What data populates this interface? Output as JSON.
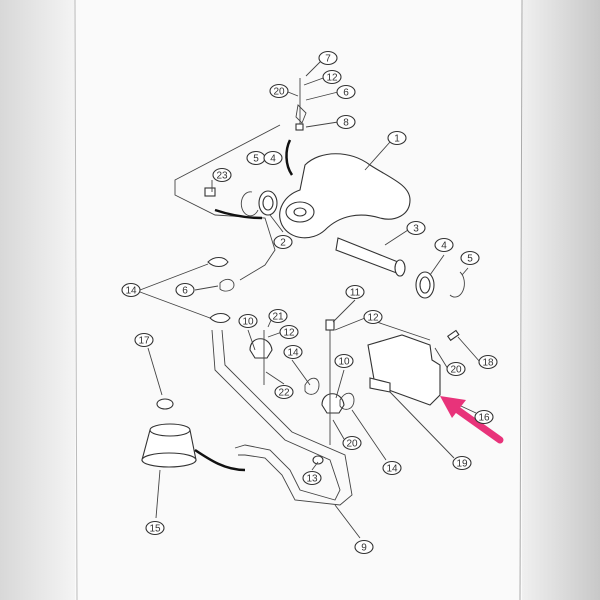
{
  "diagram": {
    "callouts": [
      "7",
      "12",
      "20",
      "6",
      "8",
      "1",
      "5",
      "4",
      "23",
      "2",
      "3",
      "4",
      "5",
      "14",
      "6",
      "11",
      "12",
      "18",
      "21",
      "12",
      "10",
      "14",
      "22",
      "10",
      "20",
      "20",
      "16",
      "17",
      "15",
      "13",
      "14",
      "19",
      "9"
    ],
    "highlight_color": "#e8337a"
  }
}
